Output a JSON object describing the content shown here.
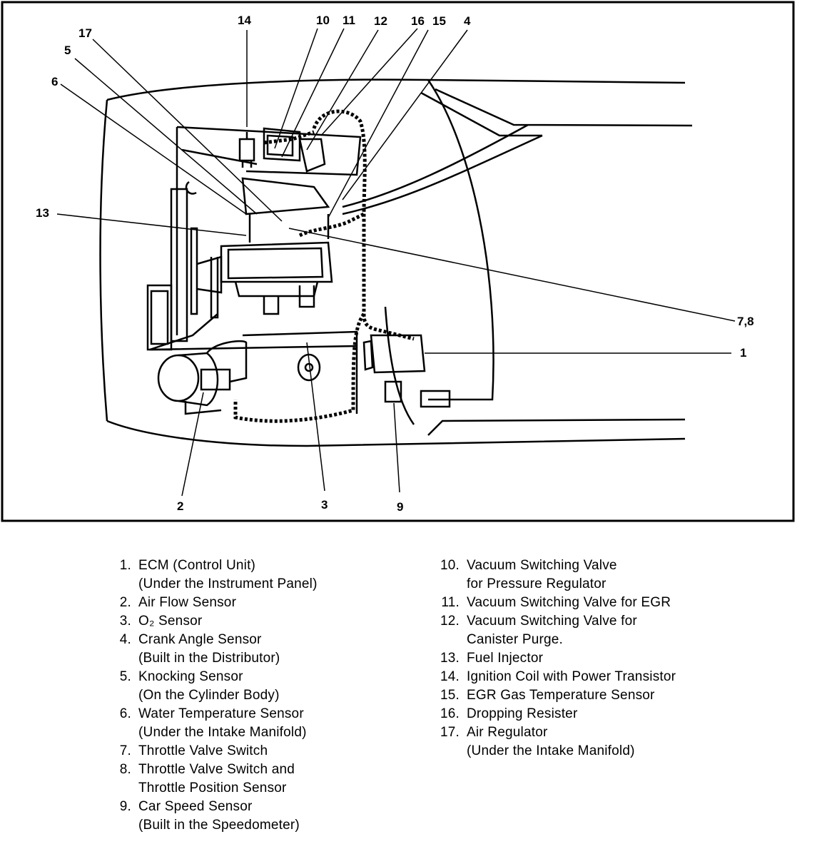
{
  "diagram": {
    "callouts": [
      "14",
      "10",
      "11",
      "12",
      "16",
      "15",
      "4",
      "17",
      "5",
      "6",
      "13",
      "7,8",
      "1",
      "2",
      "3",
      "9"
    ]
  },
  "legend": {
    "left": [
      {
        "num": "1.",
        "lines": [
          "ECM (Control Unit)",
          "(Under the Instrument Panel)"
        ]
      },
      {
        "num": "2.",
        "lines": [
          "Air Flow Sensor"
        ]
      },
      {
        "num": "3.",
        "lines": [
          "O₂ Sensor"
        ]
      },
      {
        "num": "4.",
        "lines": [
          "Crank Angle Sensor",
          "(Built in the Distributor)"
        ]
      },
      {
        "num": "5.",
        "lines": [
          "Knocking Sensor",
          "(On the Cylinder Body)"
        ]
      },
      {
        "num": "6.",
        "lines": [
          "Water Temperature Sensor",
          "(Under the Intake Manifold)"
        ]
      },
      {
        "num": "7.",
        "lines": [
          "Throttle Valve Switch"
        ]
      },
      {
        "num": "8.",
        "lines": [
          "Throttle Valve Switch and",
          "Throttle Position Sensor"
        ]
      },
      {
        "num": "9.",
        "lines": [
          "Car Speed Sensor",
          "(Built in the Speedometer)"
        ]
      }
    ],
    "right": [
      {
        "num": "10.",
        "lines": [
          "Vacuum Switching Valve",
          "for Pressure Regulator"
        ]
      },
      {
        "num": "11.",
        "lines": [
          "Vacuum Switching Valve for EGR"
        ]
      },
      {
        "num": "12.",
        "lines": [
          "Vacuum Switching Valve for",
          "Canister Purge."
        ]
      },
      {
        "num": "13.",
        "lines": [
          "Fuel Injector"
        ]
      },
      {
        "num": "14.",
        "lines": [
          "Ignition Coil with Power Transistor"
        ]
      },
      {
        "num": "15.",
        "lines": [
          "EGR Gas Temperature Sensor"
        ]
      },
      {
        "num": "16.",
        "lines": [
          "Dropping Resister"
        ]
      },
      {
        "num": "17.",
        "lines": [
          "Air Regulator",
          "(Under the Intake Manifold)"
        ]
      }
    ]
  }
}
